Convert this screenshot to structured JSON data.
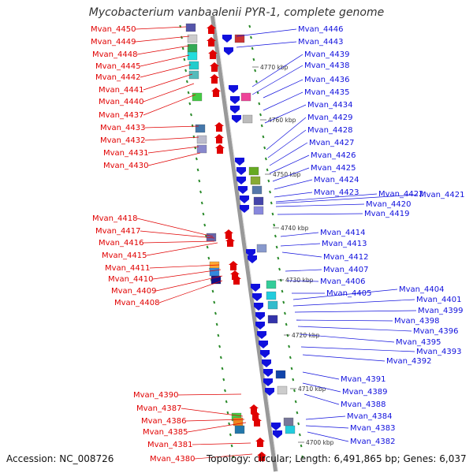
{
  "title": "Mycobacterium vanbaalenii PYR-1, complete genome",
  "footer": {
    "accession": "Accession: NC_008726",
    "stats": "Topology: circular; Length: 6,491,865 bp; Genes: 6,037"
  },
  "colors": {
    "left_strand": "#e00000",
    "right_strand": "#1010dd",
    "backbone": "#999999",
    "guide": "#2a8a2a"
  },
  "ticks": [
    "4770 kbp",
    "4760 kbp",
    "4750 kbp",
    "4740 kbp",
    "4730 kbp",
    "4720 kbp",
    "4710 kbp",
    "4700 kbp"
  ],
  "left_labels": [
    "Mvan_4450",
    "Mvan_4449",
    "Mvan_4448",
    "Mvan_4445",
    "Mvan_4442",
    "Mvan_4441",
    "Mvan_4440",
    "Mvan_4437",
    "Mvan_4433",
    "Mvan_4432",
    "Mvan_4431",
    "Mvan_4430",
    "Mvan_4418",
    "Mvan_4417",
    "Mvan_4416",
    "Mvan_4415",
    "Mvan_4411",
    "Mvan_4410",
    "Mvan_4409",
    "Mvan_4408",
    "Mvan_4390",
    "Mvan_4387",
    "Mvan_4386",
    "Mvan_4385",
    "Mvan_4381",
    "Mvan_4380"
  ],
  "right_labels": [
    "Mvan_4446",
    "Mvan_4443",
    "Mvan_4439",
    "Mvan_4438",
    "Mvan_4436",
    "Mvan_4435",
    "Mvan_4434",
    "Mvan_4429",
    "Mvan_4428",
    "Mvan_4427",
    "Mvan_4426",
    "Mvan_4425",
    "Mvan_4424",
    "Mvan_4423",
    "Mvan_4422",
    "Mvan_4421",
    "Mvan_4420",
    "Mvan_4419",
    "Mvan_4414",
    "Mvan_4413",
    "Mvan_4412",
    "Mvan_4407",
    "Mvan_4406",
    "Mvan_4405",
    "Mvan_4404",
    "Mvan_4401",
    "Mvan_4399",
    "Mvan_4398",
    "Mvan_4396",
    "Mvan_4395",
    "Mvan_4393",
    "Mvan_4392",
    "Mvan_4391",
    "Mvan_4389",
    "Mvan_4388",
    "Mvan_4384",
    "Mvan_4383",
    "Mvan_4382"
  ]
}
